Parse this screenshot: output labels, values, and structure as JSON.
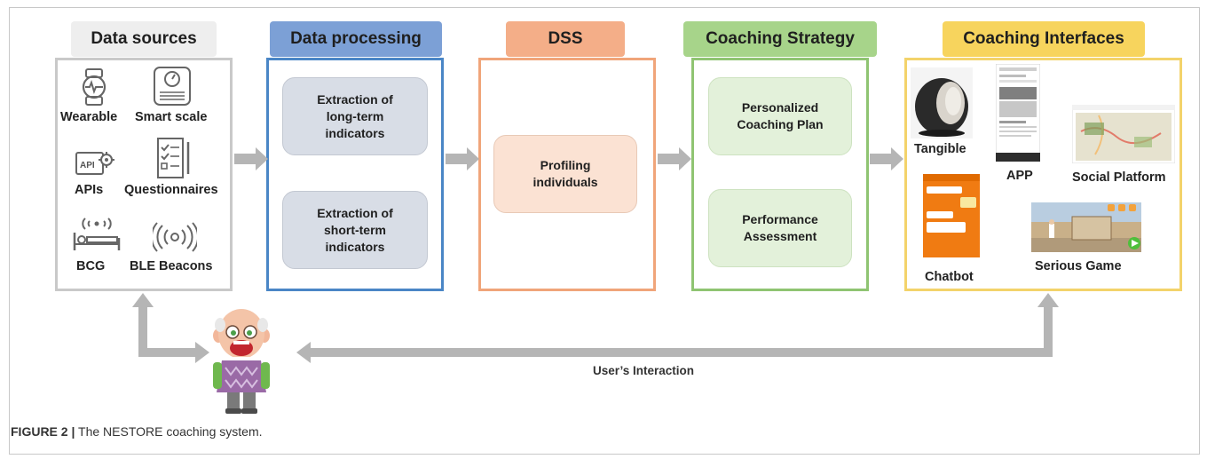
{
  "headers": {
    "data_sources": "Data sources",
    "data_processing": "Data processing",
    "dss": "DSS",
    "coaching_strategy": "Coaching Strategy",
    "coaching_interfaces": "Coaching Interfaces"
  },
  "sources": {
    "wearable": "Wearable",
    "smart_scale": "Smart scale",
    "apis": "APIs",
    "questionnaires": "Questionnaires",
    "bcg": "BCG",
    "ble_beacons": "BLE Beacons"
  },
  "processing": {
    "long_term": "Extraction of long-term indicators",
    "short_term": "Extraction of short-term indicators"
  },
  "dss": {
    "profiling": "Profiling individuals"
  },
  "strategy": {
    "plan": "Personalized Coaching Plan",
    "assessment": "Performance Assessment"
  },
  "interfaces": {
    "tangible": "Tangible",
    "app": "APP",
    "social": "Social Platform",
    "chatbot": "Chatbot",
    "game": "Serious Game"
  },
  "interaction_label": "User’s Interaction",
  "caption": {
    "figure": "FIGURE 2 |",
    "text": "The NESTORE coaching system."
  },
  "colors": {
    "gray_panel": "#c9c9c9",
    "blue_panel": "#4a86c6",
    "orange_panel": "#f0a57a",
    "green_panel": "#8fc472",
    "yellow_panel": "#f3d36b",
    "blue_header": "#7ca0d6",
    "orange_header": "#f4ae88",
    "green_header": "#a7d48a",
    "yellow_header": "#f7d45d",
    "gray_header": "#eeeeee",
    "arrow": "#b5b5b5"
  }
}
